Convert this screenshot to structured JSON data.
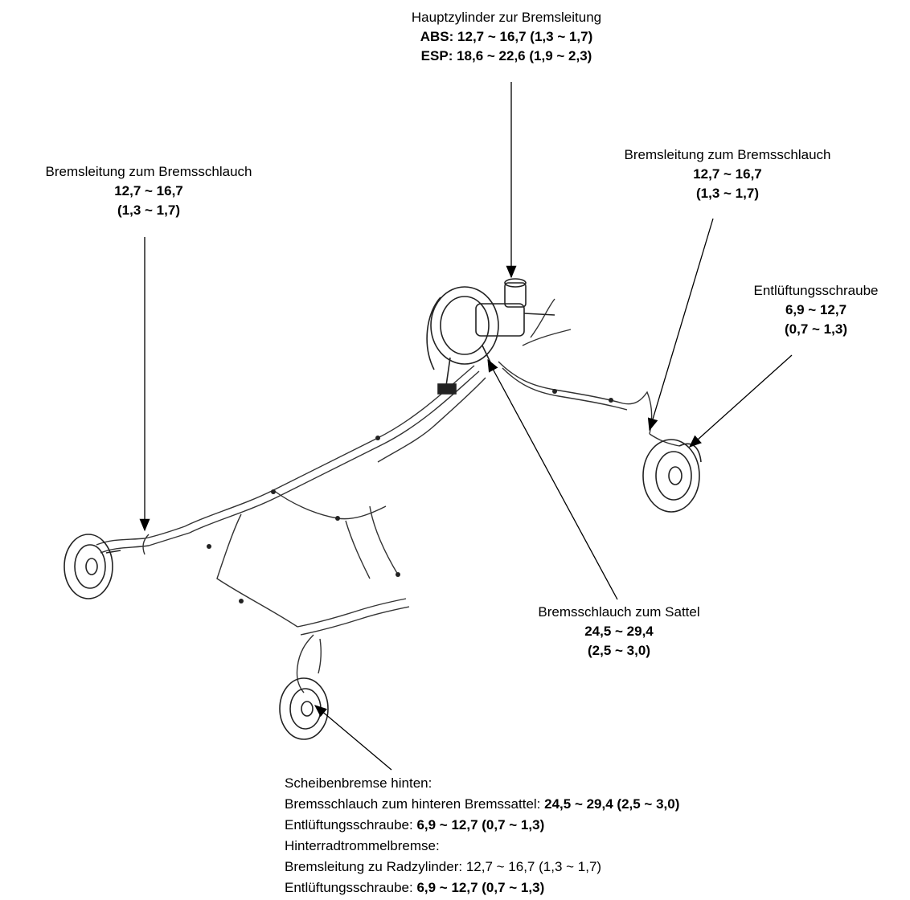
{
  "callouts": {
    "master_cylinder": {
      "title": "Hauptzylinder zur Bremsleitung",
      "abs_prefix": "ABS:",
      "abs_value": "12,7 ~ 16,7 (1,3 ~ 1,7)",
      "esp_prefix": "ESP:",
      "esp_value": "18,6 ~ 22,6 (1,9 ~ 2,3)"
    },
    "left_line_to_hose": {
      "title": "Bremsleitung zum Bremsschlauch",
      "value": "12,7 ~ 16,7",
      "value_alt": "(1,3 ~ 1,7)"
    },
    "right_line_to_hose": {
      "title": "Bremsleitung zum Bremsschlauch",
      "value": "12,7 ~ 16,7",
      "value_alt": "(1,3 ~ 1,7)"
    },
    "bleed_screw": {
      "title": "Entlüftungsschraube",
      "value": "6,9 ~ 12,7",
      "value_alt": "(0,7 ~ 1,3)"
    },
    "hose_to_caliper": {
      "title": "Bremsschlauch zum Sattel",
      "value": "24,5 ~ 29,4",
      "value_alt": "(2,5 ~ 3,0)"
    },
    "rear": {
      "l1": "Scheibenbremse hinten:",
      "l2_text": "Bremsschlauch zum hinteren Bremssattel:",
      "l2_value": "24,5 ~ 29,4 (2,5 ~ 3,0)",
      "l3_text": "Entlüftungsschraube:",
      "l3_value": "6,9 ~ 12,7 (0,7 ~ 1,3)",
      "l4": "Hinterradtrommelbremse:",
      "l5_text": "Bremsleitung zu Radzylinder:",
      "l5_value": "12,7 ~ 16,7 (1,3 ~ 1,7)",
      "l6_text": "Entlüftungsschraube:",
      "l6_value": "6,9 ~ 12,7 (0,7 ~ 1,3)"
    }
  }
}
